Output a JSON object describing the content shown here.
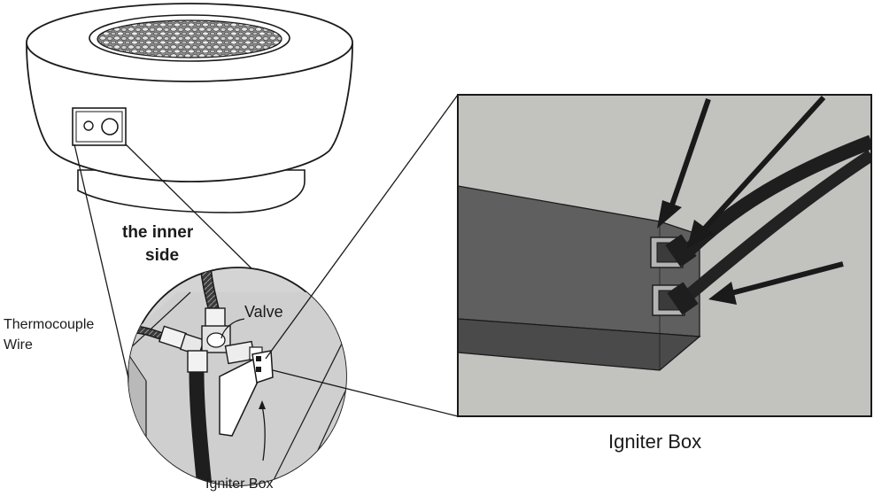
{
  "labels": {
    "inner_side_line1": "the inner",
    "inner_side_line2": "side",
    "thermocouple_line1": "Thermocouple",
    "thermocouple_line2": "Wire",
    "valve": "Valve",
    "igniter_box_small": "Igniter Box",
    "igniter_box_large": "Igniter Box"
  },
  "colors": {
    "outline": "#1a1a1a",
    "pit_fill": "#ffffff",
    "stones": "#c9c9c9",
    "panel_bg": "#a9aaa6",
    "panel_wall": "#c8c9c5",
    "bracket_front": "#5f5f5f",
    "bracket_bottom": "#4a4a4a",
    "circle_bg": "#d4d4d4",
    "hose": "#1e1e1e"
  },
  "icons": {
    "igniter_arrows": "arrow-icon",
    "callout_arrow": "arrow-icon"
  }
}
